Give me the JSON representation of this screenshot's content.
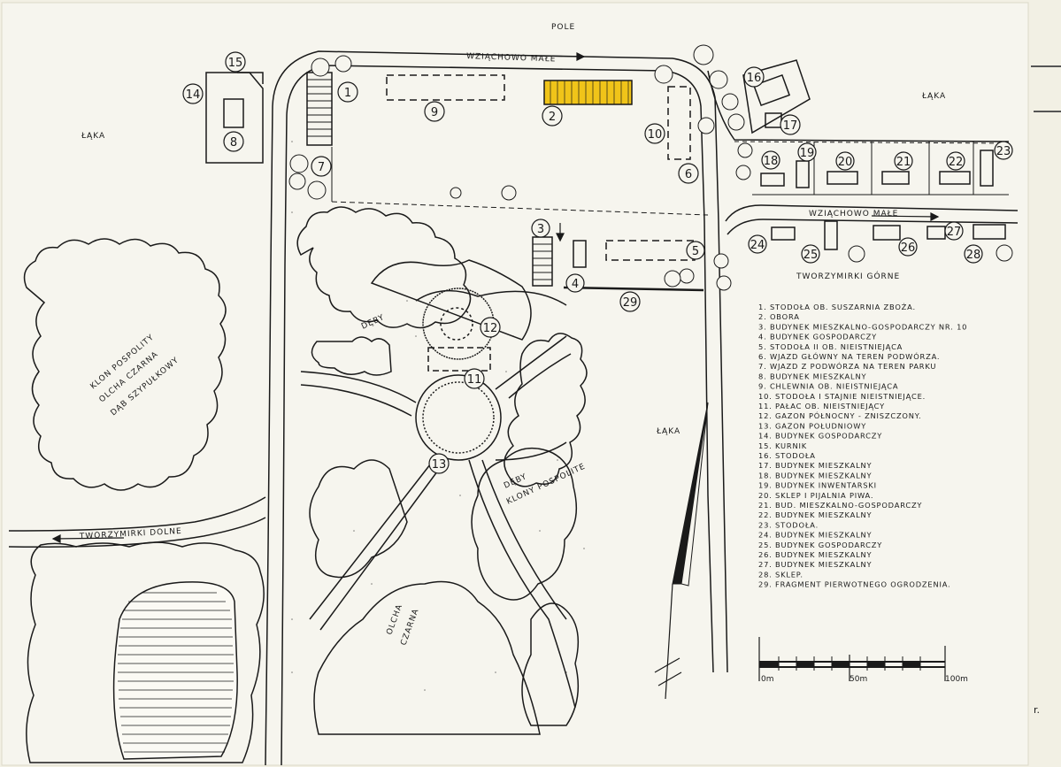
{
  "colors": {
    "paper": "#f2f0e4",
    "ink": "#1a1a1a",
    "highlight": "#f0c419"
  },
  "labels": {
    "pole": "POLE",
    "road_top": "WZIĄCHOWO MAŁE",
    "road_right": "WZIĄCHOWO MAŁE",
    "laka_left": "ŁĄKA",
    "laka_top_right": "ŁĄKA",
    "laka_center": "ŁĄKA",
    "village_upper": "TWORZYMIRKI GÓRNE",
    "village_lower": "TWORZYMIRKI DOLNE",
    "trees_left": [
      "KLON POSPOLITY",
      "OLCHA CZARNA",
      "DĄB SZYPUŁKOWY"
    ],
    "deby_top": "DĘBY",
    "deby_right": [
      "DĘBY",
      "KLONY POSPOLITE"
    ],
    "olcha": [
      "OLCHA",
      "CZARNA"
    ],
    "margin_r": "r."
  },
  "markers": [
    "1",
    "2",
    "3",
    "4",
    "5",
    "6",
    "7",
    "8",
    "9",
    "10",
    "11",
    "12",
    "13",
    "14",
    "15",
    "16",
    "17",
    "18",
    "19",
    "20",
    "21",
    "22",
    "23",
    "24",
    "25",
    "26",
    "27",
    "28",
    "29"
  ],
  "legend": [
    "1. STODOŁA OB. SUSZARNIA ZBOŻA.",
    "2. OBORA",
    "3. BUDYNEK MIESZKALNO-GOSPODARCZY NR. 10",
    "4. BUDYNEK GOSPODARCZY",
    "5. STODOŁA II OB. NIEISTNIEJĄCA",
    "6. WJAZD GŁÓWNY NA TEREN PODWÓRZA.",
    "7. WJAZD Z PODWÓRZA NA TEREN PARKU",
    "8. BUDYNEK MIESZKALNY",
    "9. CHLEWNIA OB. NIEISTNIEJĄCA",
    "10. STODOŁA I STAJNIE NIEISTNIEJĄCE.",
    "11. PAŁAC OB. NIEISTNIEJĄCY",
    "12. GAZON PÓŁNOCNY - ZNISZCZONY.",
    "13. GAZON POŁUDNIOWY",
    "14. BUDYNEK GOSPODARCZY",
    "15. KURNIK",
    "16. STODOŁA",
    "17. BUDYNEK MIESZKALNY",
    "18. BUDYNEK MIESZKALNY",
    "19. BUDYNEK INWENTARSKI",
    "20. SKLEP I PIJALNIA PIWA.",
    "21. BUD. MIESZKALNO-GOSPODARCZY",
    "22. BUDYNEK MIESZKALNY",
    "23. STODOŁA.",
    "24. BUDYNEK MIESZKALNY",
    "25. BUDYNEK GOSPODARCZY",
    "26. BUDYNEK MIESZKALNY",
    "27. BUDYNEK MIESZKALNY",
    "28. SKLEP.",
    "29. FRAGMENT PIERWOTNEGO OGRODZENIA."
  ],
  "scale": {
    "ticks": [
      "0m",
      "50m",
      "100m"
    ]
  }
}
